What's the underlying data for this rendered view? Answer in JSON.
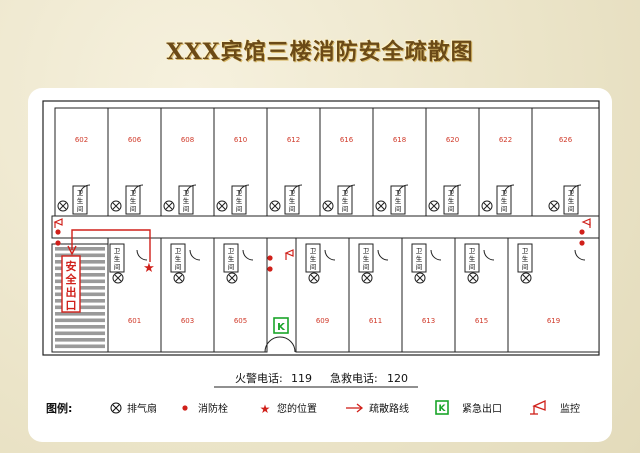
{
  "title": "XXX宾馆三楼消防安全疏散图",
  "rooms_top": [
    "602",
    "606",
    "608",
    "610",
    "612",
    "616",
    "618",
    "620",
    "622",
    "626"
  ],
  "rooms_bottom": [
    "601",
    "603",
    "605",
    "609",
    "611",
    "613",
    "615",
    "619"
  ],
  "wc_label": [
    "卫",
    "生",
    "间"
  ],
  "exit_sign": [
    "安",
    "全",
    "出",
    "口"
  ],
  "phones": {
    "fire_label": "火警电话:",
    "fire_number": "119",
    "ambulance_label": "急救电话:",
    "ambulance_number": "120"
  },
  "legend": {
    "title": "图例:",
    "items": [
      "排气扇",
      "消防栓",
      "您的位置",
      "疏散路线",
      "紧急出口",
      "监控"
    ]
  },
  "colors": {
    "title": "#6b4a17",
    "red": "#d0201a",
    "green": "#1aa52a"
  }
}
